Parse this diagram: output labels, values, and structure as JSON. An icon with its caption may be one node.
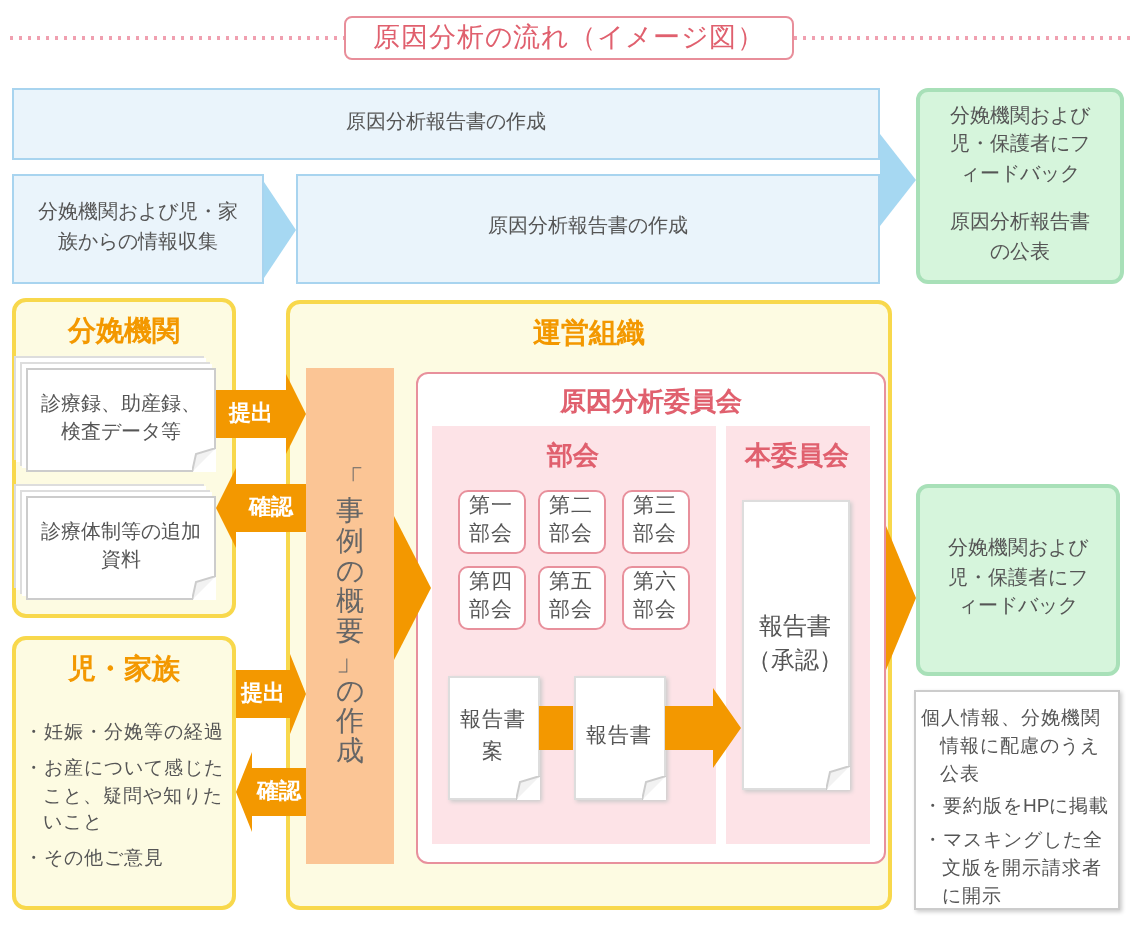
{
  "diagram": {
    "title": "原因分析の流れ（イメージ図）",
    "nodes": [
      {
        "text": [
          "原因分析報告書の作成"
        ]
      },
      {
        "text": [
          "分娩機関および児・家族からの情報収集"
        ]
      },
      {
        "text": [
          "原因分析報告書の作成"
        ]
      },
      {
        "text": [
          "分娩機関および児・保護者にフィードバック",
          "原因分析報告書の公表"
        ]
      },
      {
        "text": [
          "分娩機関"
        ]
      },
      {
        "text": [
          "診療録、助産録、検査データ等"
        ],
        "in": 4
      },
      {
        "text": [
          "診療体制等の追加資料"
        ],
        "in": 4
      },
      {
        "text": [
          "児・家族",
          "・妊娠・分娩等の経過",
          "・お産について感じたこと、疑問や知りたいこと",
          "・その他ご意見"
        ]
      },
      {
        "text": [
          "運営組織"
        ]
      },
      {
        "text": [
          "「事例の概要」の作成"
        ],
        "in": 8
      },
      {
        "text": [
          "原因分析委員会"
        ],
        "in": 8
      },
      {
        "text": [
          "部会"
        ],
        "in": 10
      },
      {
        "text": [
          "第一部会"
        ],
        "in": 11
      },
      {
        "text": [
          "第二部会"
        ],
        "in": 11
      },
      {
        "text": [
          "第三部会"
        ],
        "in": 11
      },
      {
        "text": [
          "第四部会"
        ],
        "in": 11
      },
      {
        "text": [
          "第五部会"
        ],
        "in": 11
      },
      {
        "text": [
          "第六部会"
        ],
        "in": 11
      },
      {
        "text": [
          "報告書案"
        ],
        "in": 11
      },
      {
        "text": [
          "報告書"
        ],
        "in": 11
      },
      {
        "text": [
          "本委員会"
        ],
        "in": 10
      },
      {
        "text": [
          "報告書（承認）"
        ],
        "in": 20
      },
      {
        "text": [
          "分娩機関および児・保護者にフィードバック"
        ]
      },
      {
        "text": [
          "個人情報、分娩機関情報に配慮のうえ公表",
          "・要約版をHPに掲載",
          "・マスキングした全文版を開示請求者に開示"
        ]
      }
    ],
    "edges": [
      {
        "from": 1,
        "to": 2,
        "arrow": "to",
        "color": "#a6d8f2"
      },
      {
        "from": 0,
        "to": 3,
        "arrow": "to",
        "color": "#a6d8f2"
      },
      {
        "from": 2,
        "to": 3,
        "arrow": "to",
        "color": "#a6d8f2"
      },
      {
        "from": 5,
        "to": 9,
        "arrow": "to",
        "label": "提出"
      },
      {
        "from": 9,
        "to": 6,
        "arrow": "to",
        "label": "確認"
      },
      {
        "from": 7,
        "to": 9,
        "arrow": "to",
        "label": "提出"
      },
      {
        "from": 9,
        "to": 7,
        "arrow": "to",
        "label": "確認"
      },
      {
        "from": 9,
        "to": 11,
        "arrow": "to"
      },
      {
        "from": 18,
        "to": 19,
        "arrow": "none"
      },
      {
        "from": 19,
        "to": 21,
        "arrow": "to"
      },
      {
        "from": 10,
        "to": 22,
        "arrow": "to"
      }
    ]
  }
}
